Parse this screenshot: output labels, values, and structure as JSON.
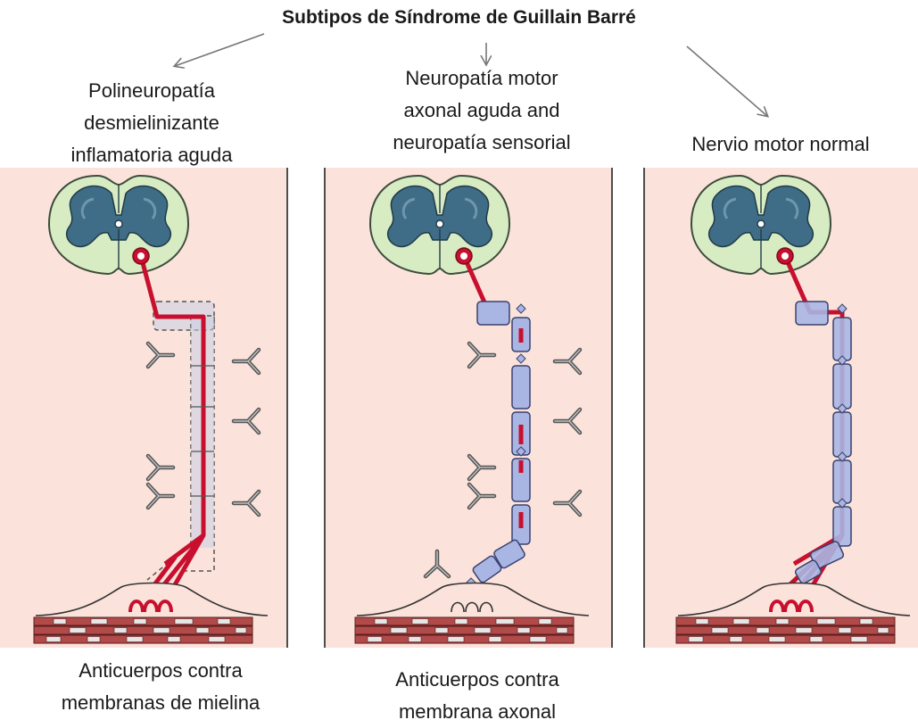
{
  "title": "Subtipos de Síndrome de Guillain Barré",
  "panels": [
    {
      "heading": [
        "Polineuropatía",
        "desmielinizante",
        "inflamatoria aguda"
      ],
      "caption": [
        "Anticuerpos contra",
        "membranas de mielina"
      ]
    },
    {
      "heading": [
        "Neuropatía motor",
        "axonal aguda and",
        "neuropatía sensorial"
      ],
      "caption": [
        "Anticuerpos contra",
        "membrana axonal"
      ]
    },
    {
      "heading": [
        "Nervio motor normal"
      ],
      "caption": []
    }
  ],
  "colors": {
    "background": "#fbe3db",
    "spinal_white_matter": "#d7ecc3",
    "spinal_gray_matter": "#3f6c86",
    "axon": "#c8102e",
    "myelin": "#a9b6e3",
    "antibody": "#555555",
    "muscle": "#b24a4a"
  }
}
